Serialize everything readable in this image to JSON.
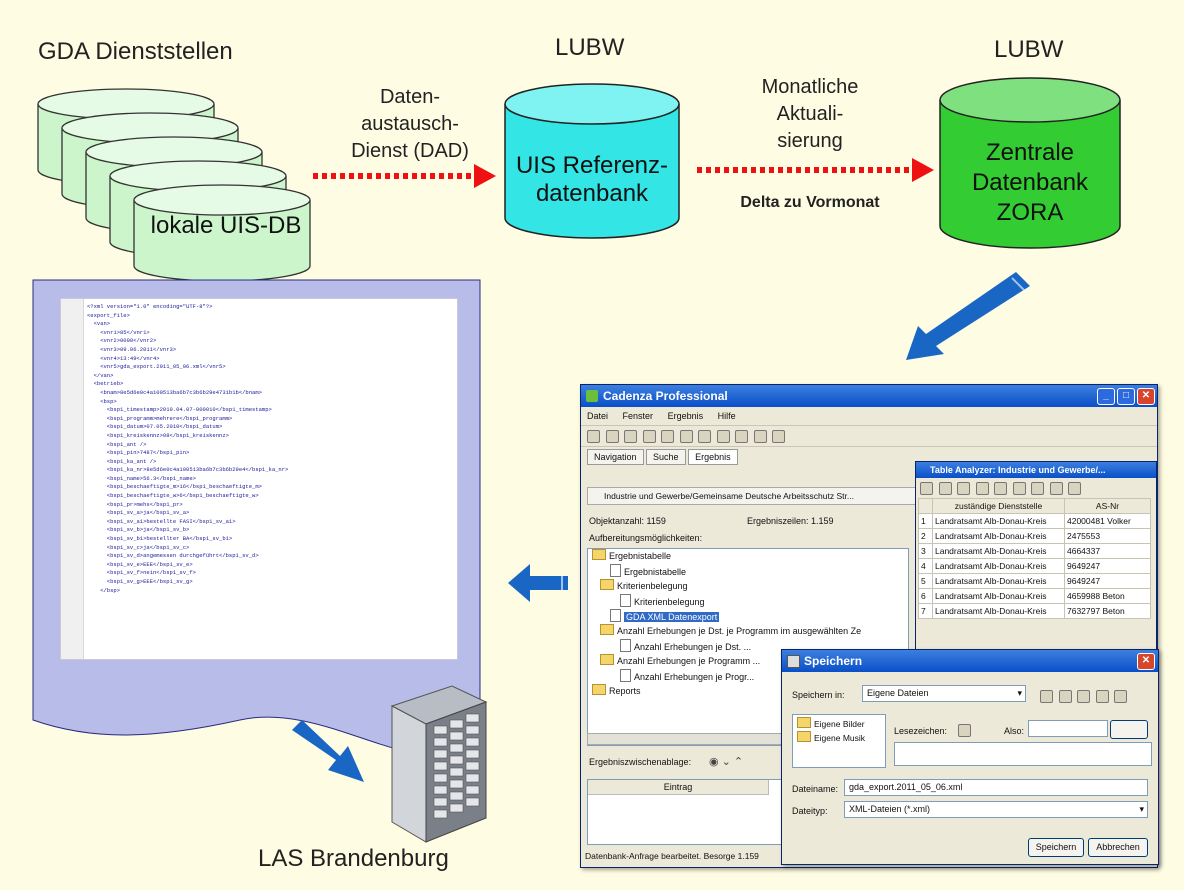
{
  "headers": {
    "gda": "GDA Dienststellen",
    "lubw1": "LUBW",
    "lubw2": "LUBW",
    "las": "LAS Brandenburg"
  },
  "databases": {
    "lokal": "lokale UIS-DB",
    "referenz_line1": "UIS Referenz-",
    "referenz_line2": "datenbank",
    "zora_line1": "Zentrale",
    "zora_line2": "Datenbank",
    "zora_line3": "ZORA"
  },
  "arrows": {
    "dad_line1": "Daten-",
    "dad_line2": "austausch-",
    "dad_line3": "Dienst (DAD)",
    "monthly_line1": "Monatliche",
    "monthly_line2": "Aktuali-",
    "monthly_line3": "sierung",
    "delta": "Delta zu Vormonat"
  },
  "colors": {
    "local_db": "#ccf5cc",
    "referenz_db": "#33e5e5",
    "zora_db": "#33cc33",
    "dotted_arrow": "#ee1111",
    "blue_arrow": "#1a66c4",
    "document": "#b8bce8"
  },
  "cadenza": {
    "title": "Cadenza Professional",
    "menu": [
      "Datei",
      "Fenster",
      "Ergebnis",
      "Hilfe"
    ],
    "tabs": [
      "Navigation",
      "Suche",
      "Ergebnis"
    ],
    "source": "Industrie und Gewerbe/Gemeinsame Deutsche Arbeitsschutz Str...",
    "objektanzahl": "Objektanzahl: 1159",
    "ergebniszeilen": "Ergebniszeilen: 1.159",
    "aufbereitung": "Aufbereitungsmöglichkeiten:",
    "tree": [
      "Ergebnistabelle",
      "Ergebnistabelle",
      "Kriterienbelegung",
      "Kriterienbelegung",
      "GDA XML Datenexport",
      "Anzahl Erhebungen je Dst. je Programm im ausgewählten Ze",
      "Anzahl Erhebungen je Dst. ...",
      "Anzahl Erhebungen je Programm ...",
      "Anzahl Erhebungen je Progr...",
      "Reports"
    ],
    "zwischenablage": "Ergebniszwischenablage:",
    "eintrag": "Eintrag",
    "status": "Datenbank-Anfrage bearbeitet. Besorge 1.159"
  },
  "table_analyzer": {
    "title": "Table Analyzer: Industrie und Gewerbe/...",
    "col_header": "zuständige Dienststelle",
    "col_az": "AS-Nr",
    "rows": [
      {
        "n": "1",
        "name": "Landratsamt Alb-Donau-Kreis",
        "az": "42000481 Volker"
      },
      {
        "n": "2",
        "name": "Landratsamt Alb-Donau-Kreis",
        "az": "2475553"
      },
      {
        "n": "3",
        "name": "Landratsamt Alb-Donau-Kreis",
        "az": "4664337"
      },
      {
        "n": "4",
        "name": "Landratsamt Alb-Donau-Kreis",
        "az": "9649247"
      },
      {
        "n": "5",
        "name": "Landratsamt Alb-Donau-Kreis",
        "az": "9649247"
      },
      {
        "n": "6",
        "name": "Landratsamt Alb-Donau-Kreis",
        "az": "4659988 Beton"
      },
      {
        "n": "7",
        "name": "Landratsamt Alb-Donau-Kreis",
        "az": "7632797 Beton"
      }
    ]
  },
  "save_dialog": {
    "title": "Speichern",
    "speichern_in_label": "Speichern in:",
    "speichern_in_value": "Eigene Dateien",
    "places": [
      "Eigene Bilder",
      "Eigene Musik"
    ],
    "lesezeichen": "Lesezeichen:",
    "also": "Also:",
    "dateiname_label": "Dateiname:",
    "dateiname_value": "gda_export.2011_05_06.xml",
    "dateityp_label": "Dateityp:",
    "dateityp_value": "XML-Dateien (*.xml)",
    "save_button": "Speichern",
    "cancel_button": "Abbrechen"
  },
  "xml_lines": [
    "<?xml version=\"1.0\" encoding=\"UTF-8\"?>",
    "<export_file>",
    "  <van>",
    "    <vnr1>85</vnr1>",
    "    <vnr2>0000</vnr2>",
    "    <vnr3>09.06.2011</vnr3>",
    "    <vnr4>13:49</vnr4>",
    "    <vnr5>gda_export.2011_05_06.xml</vnr5>",
    "  </van>",
    "  <betrieb>",
    "    <bnam>8e5d6e0c4a100513ba6b7c3b6b29e4731b1b</bnam>",
    "    <bsp>",
    "      <bsp1_timestamp>2010.04.07-000010</bsp1_timestamp>",
    "      <bsp1_programm>mehrere</bsp1_programm>",
    "      <bsp1_datum>07.05.2010</bsp1_datum>",
    "      <bsp1_kreiskennz>08</bsp1_kreiskennz>",
    "      <bsp1_ant />",
    "      <bsp1_pin>7487</bsp1_pin>",
    "      <bsp1_ka_ant />",
    "      <bsp1_ka_nr>8e5d6e0c4a100513ba6b7c3b6b29e4</bsp1_ka_nr>",
    "      <bsp1_name>56.3</bsp1_name>",
    "      <bsp1_beschaeftigte_m>16</bsp1_beschaeftigte_m>",
    "      <bsp1_beschaeftigte_w>6</bsp1_beschaeftigte_w>",
    "      <bsp1_pr>mehs</bsp1_pr>",
    "      <bsp1_sv_a>ja</bsp1_sv_a>",
    "      <bsp1_sv_a1>bestellte FASI</bsp1_sv_a1>",
    "      <bsp1_sv_b>ja</bsp1_sv_b>",
    "      <bsp1_sv_b1>bestellter BA</bsp1_sv_b1>",
    "      <bsp1_sv_c>ja</bsp1_sv_c>",
    "      <bsp1_sv_d>angemessen durchgeführt</bsp1_sv_d>",
    "      <bsp1_sv_e>EEE</bsp1_sv_e>",
    "      <bsp1_sv_f>nein</bsp1_sv_f>",
    "      <bsp1_sv_g>EEE</bsp1_sv_g>",
    "    </bsp>"
  ]
}
